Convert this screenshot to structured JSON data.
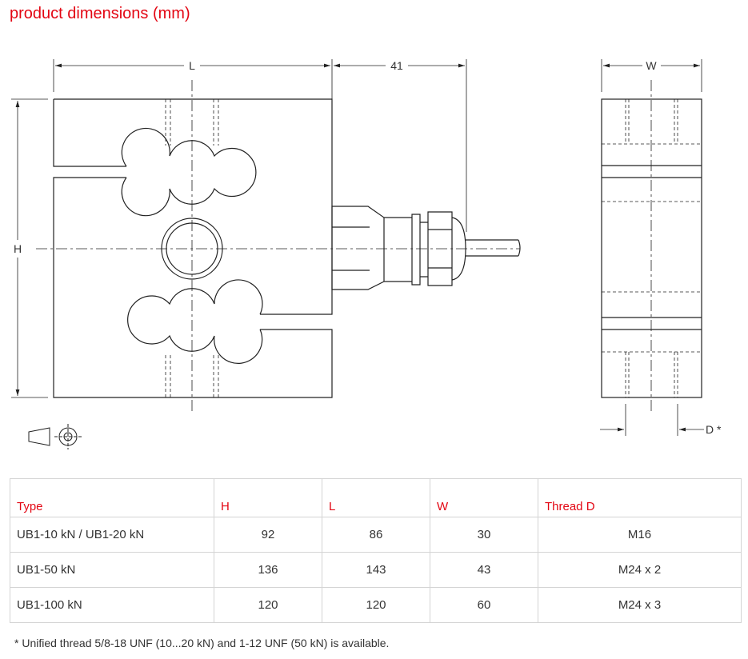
{
  "title": "product dimensions (mm)",
  "drawing": {
    "label_L": "L",
    "label_41": "41",
    "label_H": "H",
    "label_W": "W",
    "label_D": "D *"
  },
  "table": {
    "headers": [
      "Type",
      "H",
      "L",
      "W",
      "Thread D"
    ],
    "rows": [
      [
        "UB1-10 kN / UB1-20 kN",
        "92",
        "86",
        "30",
        "M16"
      ],
      [
        "UB1-50 kN",
        "136",
        "143",
        "43",
        "M24 x 2"
      ],
      [
        "UB1-100 kN",
        "120",
        "120",
        "60",
        "M24 x 3"
      ]
    ]
  },
  "footnote": "* Unified thread 5/8-18 UNF (10...20 kN) and 1-12 UNF (50 kN) is available.",
  "colors": {
    "accent": "#e30613"
  }
}
